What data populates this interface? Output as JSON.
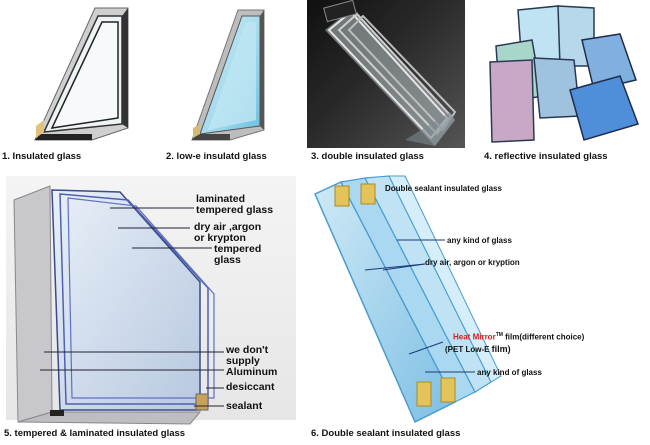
{
  "captions": {
    "p1": "1.  Insulated glass",
    "p2": "2. low-e insulatd glass",
    "p3": "3. double insulated glass",
    "p4": "4. reflective insulated glass",
    "p5": "5. tempered & laminated insulated glass",
    "p6": "6. Double sealant insulated glass"
  },
  "panel5_labels": {
    "laminated": "laminated",
    "tempered_glass": "tempered glass",
    "dry_air": "dry air ,argon",
    "or_krypton": "or krypton",
    "tempered": "tempered",
    "glass": "glass",
    "we_dont": "we don't",
    "supply": "supply",
    "aluminum": "Aluminum",
    "desiccant": "desiccant",
    "sealant": "sealant"
  },
  "panel6_labels": {
    "title": "Double sealant insulated glass",
    "any_glass_top": "any kind of glass",
    "dry_air": "dry air, argon or kryption",
    "heat_mirror": "Heat Mirror",
    "tm": "TM",
    "film_choice": " film(different choice)",
    "pet": "(PET Low-E ",
    "film": "film)",
    "any_glass_bottom": "any kind of glass"
  },
  "colors": {
    "heat_mirror": "#d81b1b",
    "glass_blue": "#8fc7e8",
    "dark_bg": "#1c1c1c"
  }
}
